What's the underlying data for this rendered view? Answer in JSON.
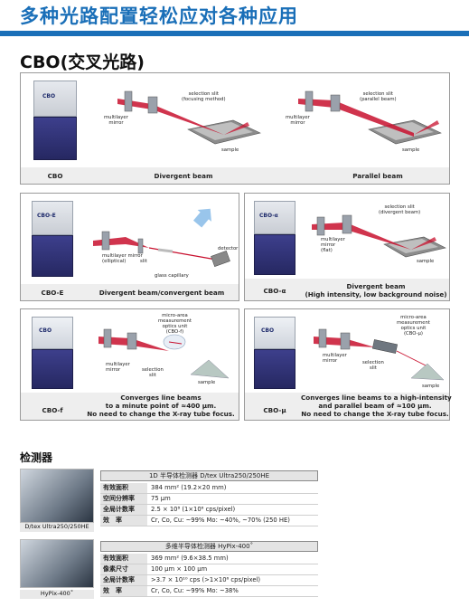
{
  "header": {
    "title": "多种光路配置轻松应对各种应用",
    "section": "CBO(交叉光路)"
  },
  "panels": {
    "cbo": {
      "device_label": "CBO",
      "logo": "CBO",
      "divergent": {
        "caption": "Divergent beam",
        "slit": "selection slit\n(focusing method)",
        "mirror": "multilayer\nmirror",
        "sample": "sample"
      },
      "parallel": {
        "caption": "Parallel beam",
        "slit": "selection slit\n(parallel beam)",
        "mirror": "multilayer\nmirror",
        "sample": "sample"
      }
    },
    "cbo_e": {
      "device_label": "CBO-E",
      "logo": "CBO-E",
      "caption": "Divergent beam/convergent beam",
      "mirror": "multilayer mirror\n(elliptical)",
      "slit": "slit",
      "capillary": "glass capillary",
      "detector": "detector"
    },
    "cbo_a": {
      "device_label": "CBO-α",
      "logo": "CBO-α",
      "caption": "Divergent beam\n(High intensity, low background noise)",
      "slit": "selection slit\n(divergent beam)",
      "mirror": "multilayer\nmirror\n(flat)",
      "sample": "sample"
    },
    "cbo_f": {
      "device_label": "CBO-f",
      "logo": "CBO",
      "caption": "Converges line beams\nto a minute point of ≈400 µm.\nNo need to change the X-ray tube focus.",
      "unit": "micro-area\nmeasurement\noptics unit\n(CBO-f)",
      "mirror": "multilayer\nmirror",
      "slit": "selection\nslit",
      "sample": "sample"
    },
    "cbo_u": {
      "device_label": "CBO-µ",
      "logo": "CBO",
      "caption": "Converges line beams to a high-intensity\nand parallel beam of ≈100 µm.\nNo need to change the X-ray tube focus.",
      "unit": "micro-area\nmeasurement\noptics unit\n(CBO-µ)",
      "mirror": "multilayer\nmirror",
      "slit": "selection\nslit",
      "sample": "sample"
    }
  },
  "detectors": {
    "heading": "检测器",
    "d1": {
      "photo_caption": "D/tex Ultra250/250HE",
      "title": "1D 半导体检测器 D/tex Ultra250/250HE",
      "rows": [
        {
          "k": "有效面积",
          "v": "384 mm² (19.2×20 mm)"
        },
        {
          "k": "空间分辨率",
          "v": "75 µm"
        },
        {
          "k": "全局计数率",
          "v": "2.5 × 10⁸ (1×10⁶ cps/pixel)"
        },
        {
          "k": "效　率",
          "v": "Cr, Co, Cu: ~99% Mo: ~40%, ~70% (250 HE)"
        }
      ]
    },
    "d2": {
      "photo_caption": "HyPix-400˚",
      "title": "多维半导体检测器 HyPix-400˚",
      "rows": [
        {
          "k": "有效面积",
          "v": "369 mm² (9.6×38.5 mm)"
        },
        {
          "k": "像素尺寸",
          "v": "100 µm × 100 µm"
        },
        {
          "k": "全局计数率",
          "v": ">3.7 × 10¹⁰ cps (>1×10⁶ cps/pixel)"
        },
        {
          "k": "效　率",
          "v": "Cr, Co, Cu: ~99% Mo: ~38%"
        }
      ]
    }
  },
  "colors": {
    "accent": "#1a6fb8",
    "beam": "#c8102e",
    "device_body": "#2f3177"
  }
}
